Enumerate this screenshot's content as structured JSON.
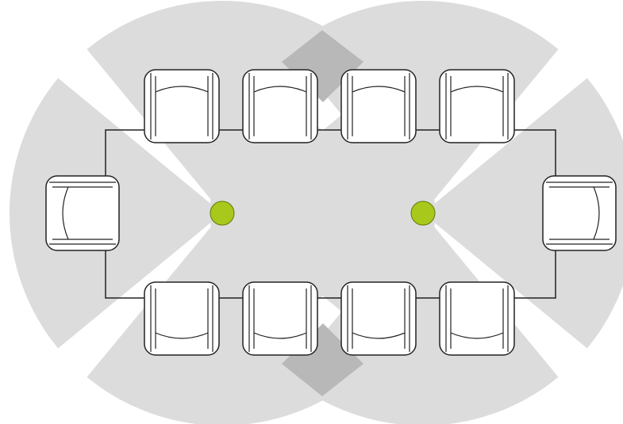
{
  "diagram": {
    "type": "meeting-room-coverage-layout",
    "colors": {
      "background": "#ffffff",
      "coverage": "#dcdcdc",
      "coverage_overlap": "#b8b8b8",
      "outline": "#222222",
      "microphone": "#a8c81c",
      "microphone_stroke": "#5e7a08"
    },
    "microphones": 2,
    "chairs": {
      "top_row": 4,
      "bottom_row": 4,
      "left_end": 1,
      "right_end": 1
    }
  }
}
